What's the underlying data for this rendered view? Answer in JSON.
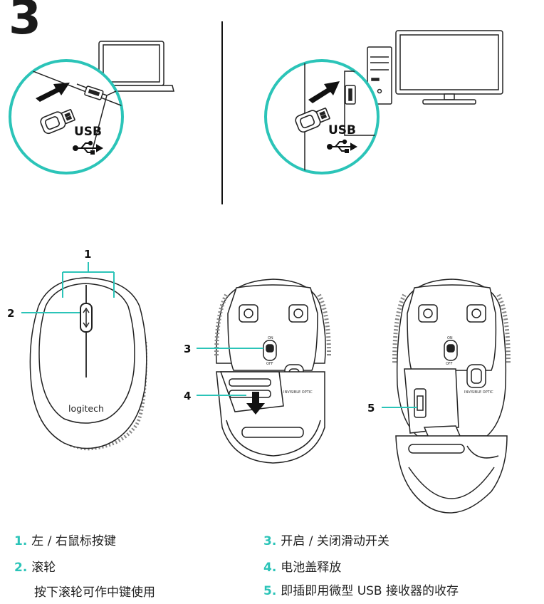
{
  "step": {
    "number": "3"
  },
  "usb": {
    "label_left": "USB",
    "label_right": "USB"
  },
  "mouse": {
    "brand": "logitech",
    "switch_on": "ON",
    "switch_off": "OFF",
    "optic_label_1": "INVISIBLE OPTIC",
    "optic_label_2": "INVISIBLE OPTIC"
  },
  "callouts": [
    "1",
    "2",
    "3",
    "4",
    "5"
  ],
  "legend": [
    {
      "num": "1.",
      "text": "左 / 右鼠标按键"
    },
    {
      "num": "2.",
      "text": "滚轮",
      "sub": "按下滚轮可作中键使用"
    },
    {
      "num": "3.",
      "text": "开启 / 关闭滑动开关"
    },
    {
      "num": "4.",
      "text": "电池盖释放"
    },
    {
      "num": "5.",
      "text": "即插即用微型 USB 接收器的收存"
    }
  ],
  "colors": {
    "accent": "#2bc4b8",
    "line": "#111111"
  }
}
